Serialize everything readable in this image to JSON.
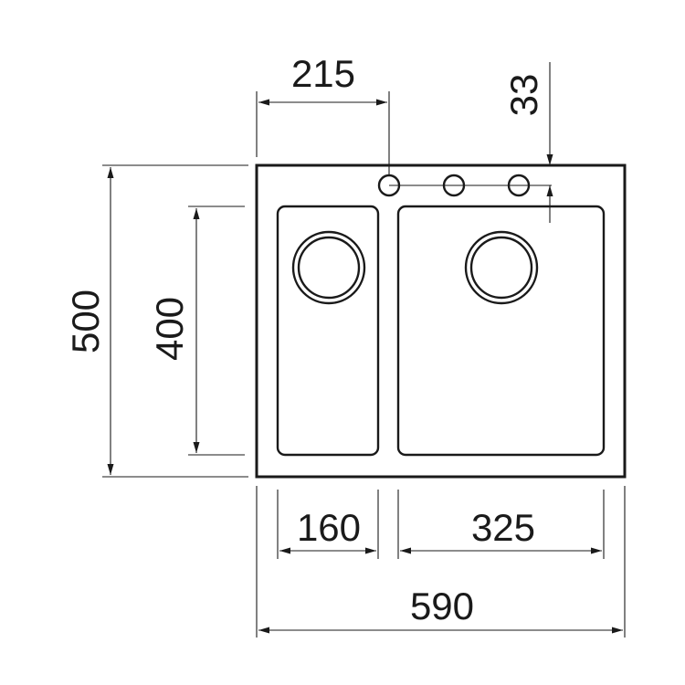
{
  "dimensions": {
    "faucet_offset": "215",
    "tap_hole_offset": "33",
    "overall_depth": "500",
    "bowl_depth": "400",
    "small_bowl_width": "160",
    "large_bowl_width": "325",
    "overall_width": "590"
  },
  "colors": {
    "line": "#1a1a1a",
    "background": "#ffffff"
  }
}
